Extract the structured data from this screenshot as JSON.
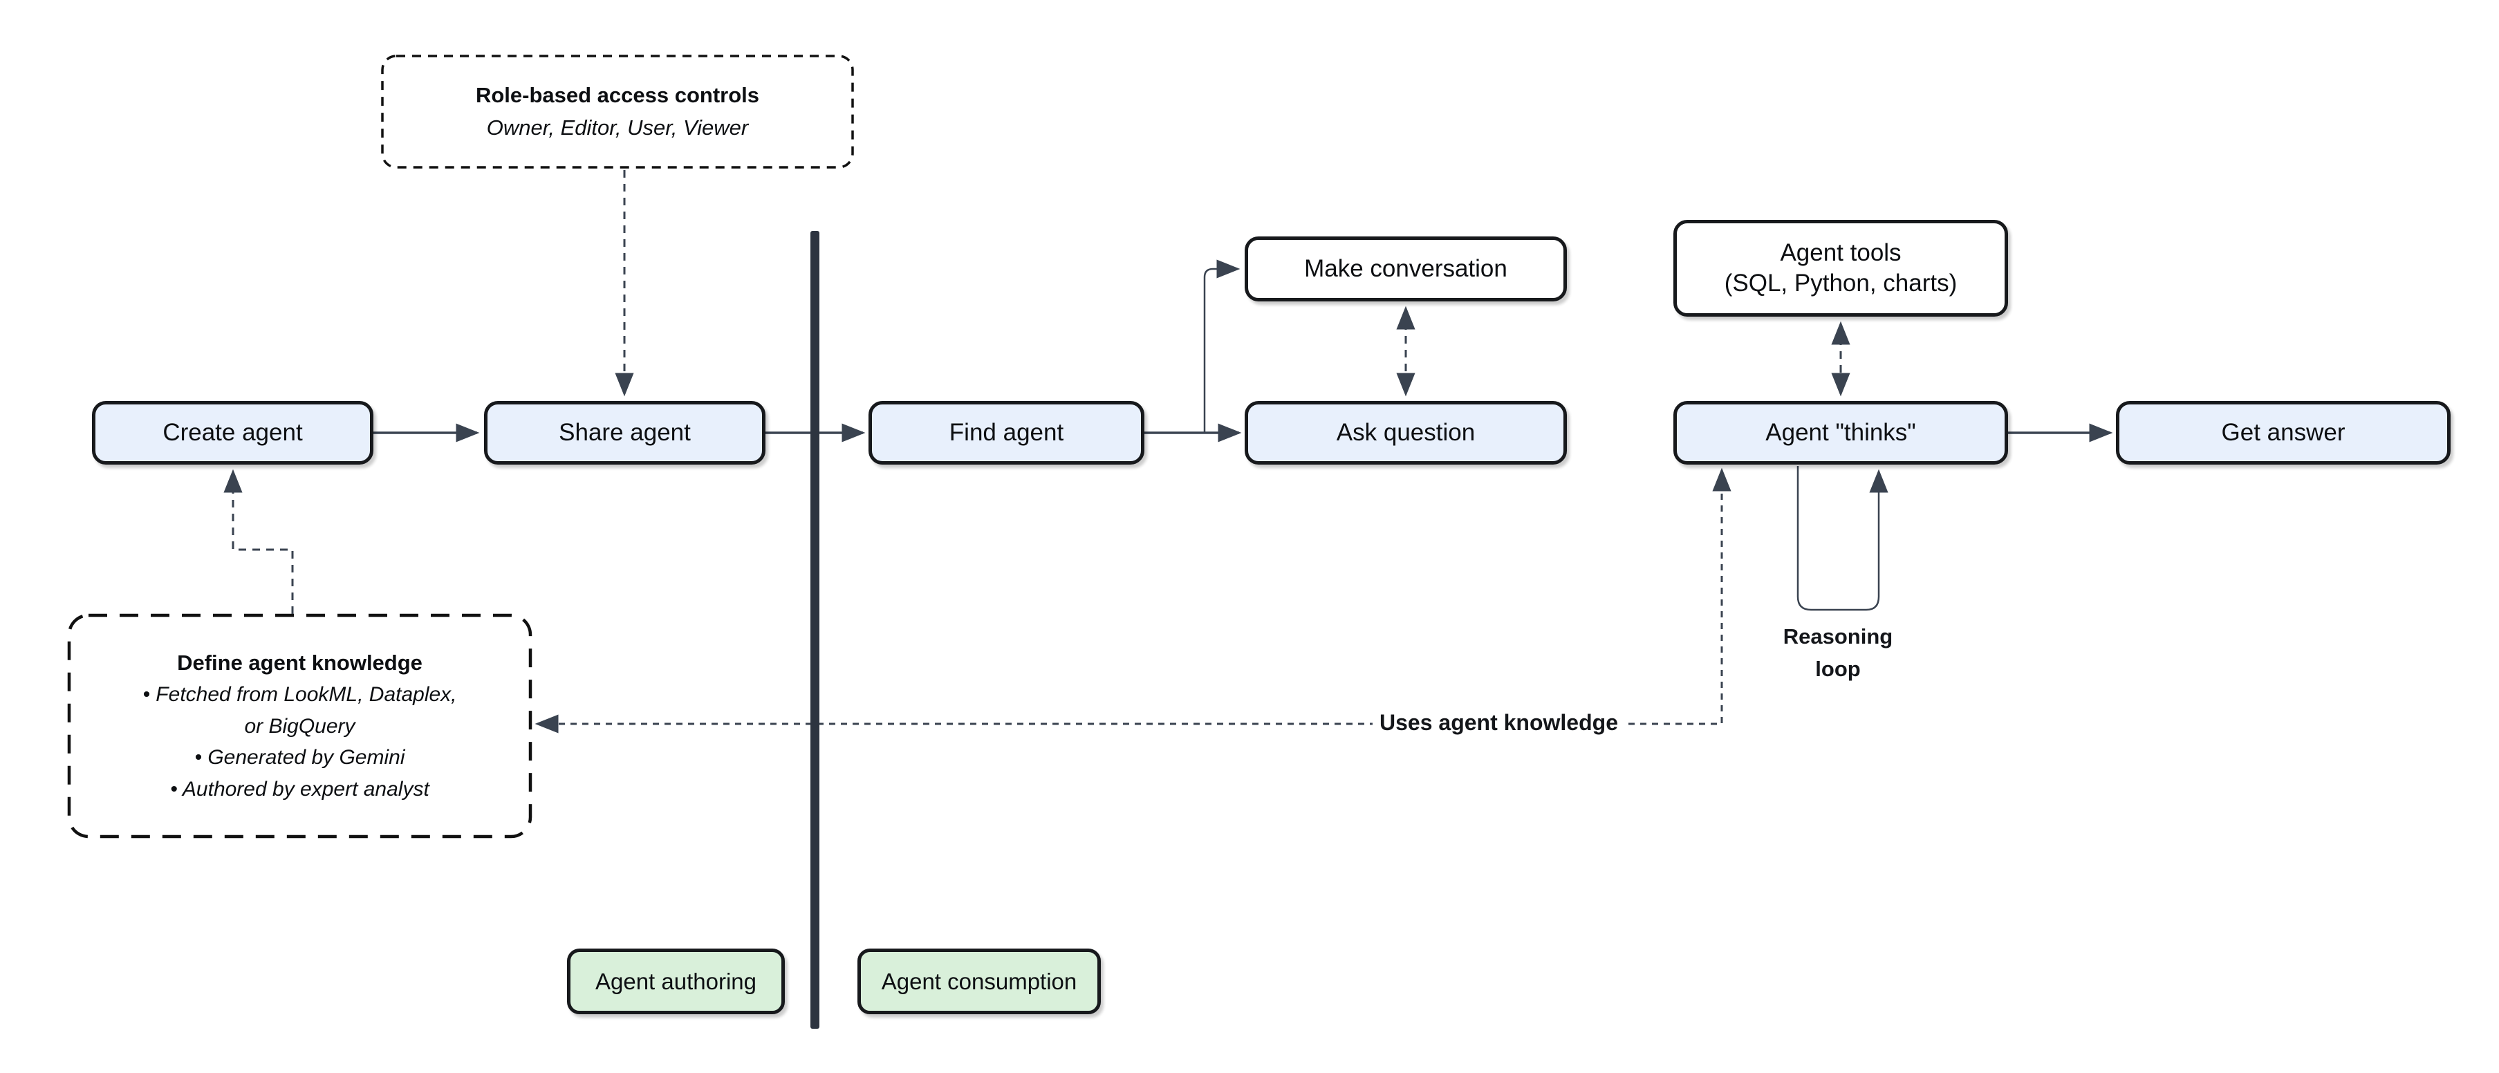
{
  "diagram": {
    "nodes": {
      "create_agent": "Create agent",
      "share_agent": "Share agent",
      "find_agent": "Find agent",
      "make_conversation": "Make conversation",
      "ask_question": "Ask question",
      "agent_tools": {
        "line1": "Agent tools",
        "line2": "(SQL, Python, charts)"
      },
      "agent_thinks": "Agent \"thinks\"",
      "get_answer": "Get answer"
    },
    "callouts": {
      "rbac": {
        "title": "Role-based access controls",
        "subtitle": "Owner, Editor, User, Viewer"
      },
      "knowledge": {
        "title": "Define agent knowledge",
        "lines": [
          "• Fetched from LookML, Dataplex,",
          "or BigQuery",
          "• Generated by Gemini",
          "• Authored by expert analyst"
        ]
      }
    },
    "edge_labels": {
      "uses_knowledge": "Uses agent knowledge",
      "reasoning_loop": "Reasoning loop"
    },
    "zones": {
      "authoring": "Agent authoring",
      "consumption": "Agent consumption"
    },
    "colors": {
      "node_fill": "#e8f0fc",
      "white_node_fill": "#ffffff",
      "zone_fill": "#d9f0da",
      "node_border": "#17191c",
      "connector": "#3a4350",
      "divider": "#2d3440"
    }
  }
}
